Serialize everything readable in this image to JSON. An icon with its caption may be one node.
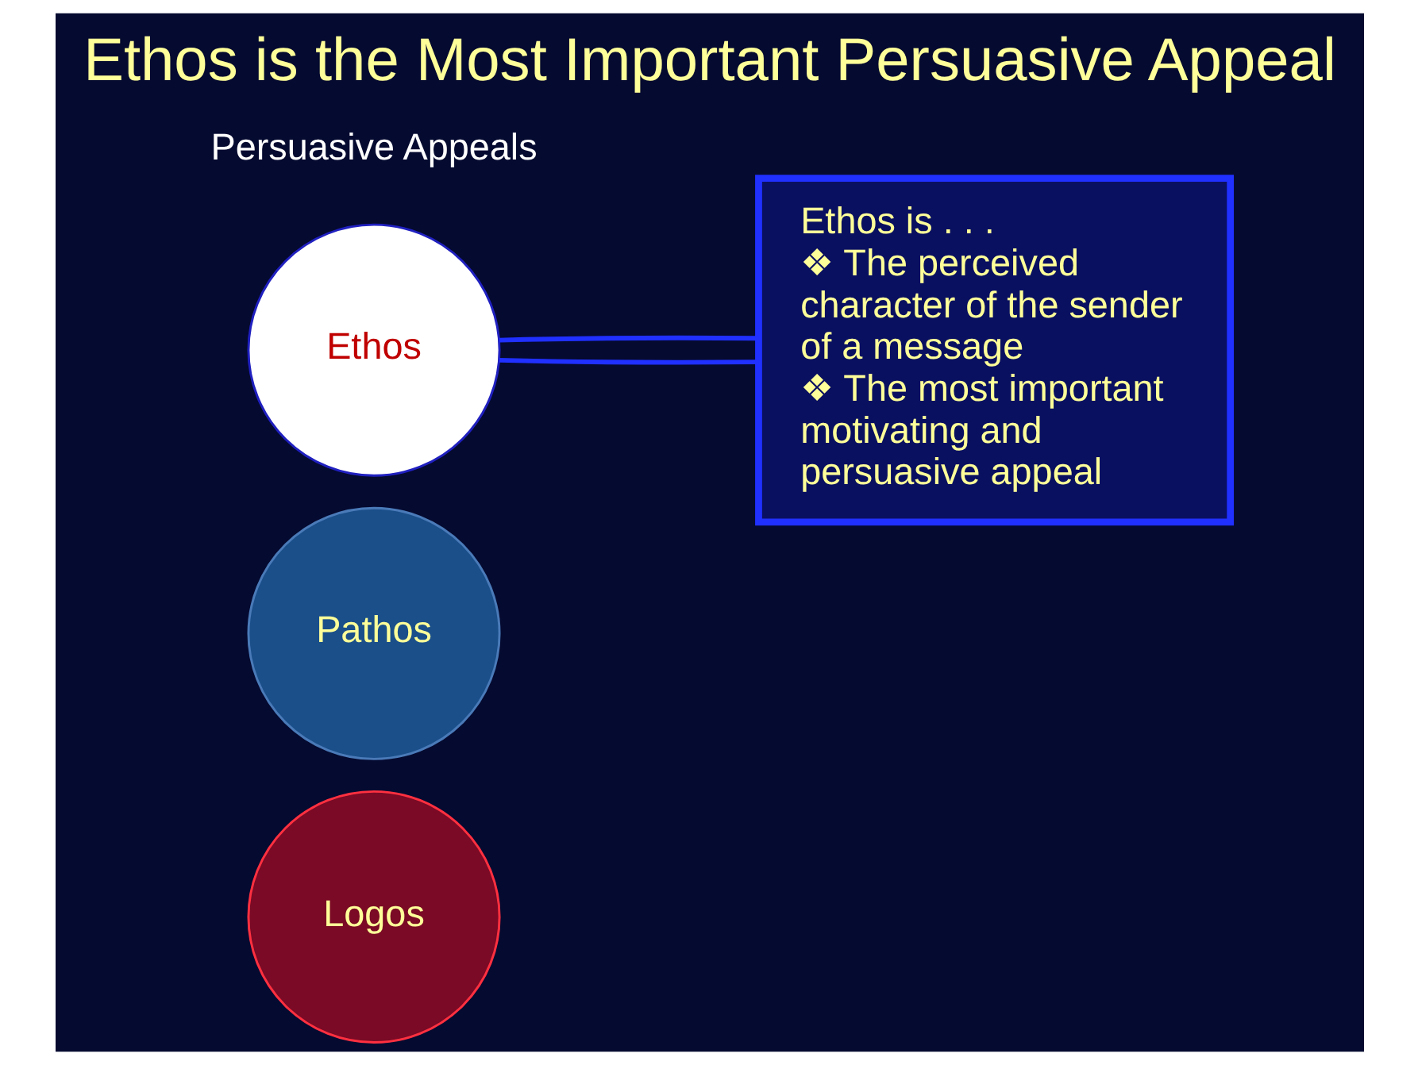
{
  "diagram": {
    "title": "Ethos is the Most Important Persuasive Appeal",
    "nodes": [
      {
        "text": [
          "Ethos"
        ]
      },
      {
        "text": [
          "Pathos"
        ]
      },
      {
        "text": [
          "Logos"
        ]
      },
      {
        "text": [
          "Ethos is . . .",
          "❖ The perceived character of the sender of a message",
          "❖ The most important motivating and persuasive appeal"
        ]
      }
    ],
    "edges": [
      {
        "from": 0,
        "to": 3,
        "arrow": "none"
      },
      {
        "from": 0,
        "to": 3,
        "arrow": "none"
      }
    ],
    "labels": [
      "Persuasive Appeals"
    ]
  }
}
